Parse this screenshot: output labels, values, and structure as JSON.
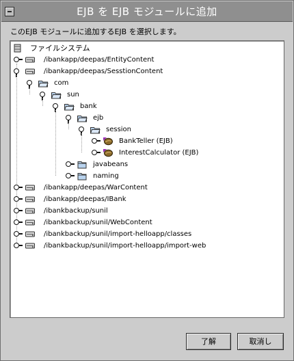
{
  "window": {
    "title": "EJB を EJB モジュールに追加"
  },
  "prompt": "このEJB モジュールに追加するEJB を選択します。",
  "tree": [
    {
      "label": "ファイルシステム",
      "depth": 0,
      "icon": "filesystem",
      "handle": "none"
    },
    {
      "label": "/ibankapp/deepas/EntityContent",
      "depth": 0,
      "icon": "drive",
      "handle": "closed"
    },
    {
      "label": "/ibankapp/deepas/SesstionContent",
      "depth": 0,
      "icon": "drive",
      "handle": "open"
    },
    {
      "label": "com",
      "depth": 1,
      "icon": "folder-open",
      "handle": "open"
    },
    {
      "label": "sun",
      "depth": 2,
      "icon": "folder-open",
      "handle": "open"
    },
    {
      "label": "bank",
      "depth": 3,
      "icon": "folder-open",
      "handle": "open"
    },
    {
      "label": "ejb",
      "depth": 4,
      "icon": "folder-open",
      "handle": "open"
    },
    {
      "label": "session",
      "depth": 5,
      "icon": "folder-open",
      "handle": "open"
    },
    {
      "label": "BankTeller (EJB)",
      "depth": 6,
      "icon": "ejb-bean",
      "handle": "closed"
    },
    {
      "label": "InterestCalculator (EJB)",
      "depth": 6,
      "icon": "ejb-bean",
      "handle": "closed"
    },
    {
      "label": "javabeans",
      "depth": 4,
      "icon": "folder",
      "handle": "closed"
    },
    {
      "label": "naming",
      "depth": 4,
      "icon": "folder",
      "handle": "closed"
    },
    {
      "label": "/ibankapp/deepas/WarContent",
      "depth": 0,
      "icon": "drive",
      "handle": "closed"
    },
    {
      "label": "/ibankapp/deepas/IBank",
      "depth": 0,
      "icon": "drive",
      "handle": "closed"
    },
    {
      "label": "/ibankbackup/sunil",
      "depth": 0,
      "icon": "drive",
      "handle": "closed"
    },
    {
      "label": "/ibankbackup/sunil/WebContent",
      "depth": 0,
      "icon": "drive",
      "handle": "closed"
    },
    {
      "label": "/ibankbackup/sunil/import-helloapp/classes",
      "depth": 0,
      "icon": "drive",
      "handle": "closed"
    },
    {
      "label": "/ibankbackup/sunil/import-helloapp/import-web",
      "depth": 0,
      "icon": "drive",
      "handle": "closed"
    }
  ],
  "buttons": {
    "ok": "了解",
    "cancel": "取消し"
  },
  "colors": {
    "titlebar": "#8f8f8f",
    "folder": "#b9d3ee",
    "bean": "#8a6a2a",
    "bean_accent": "#9b2fb5"
  }
}
